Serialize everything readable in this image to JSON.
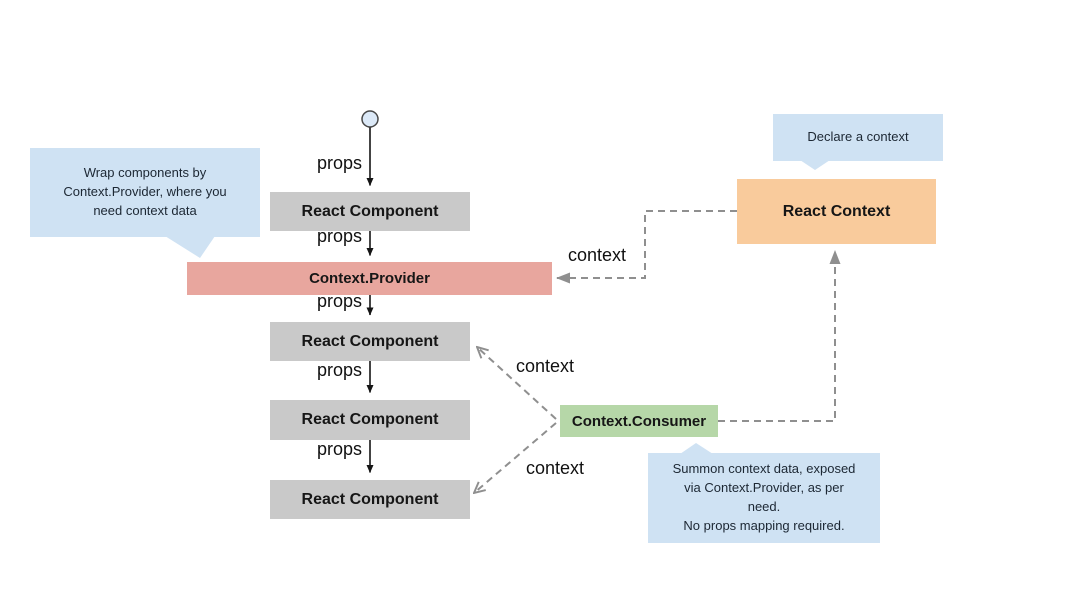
{
  "colors": {
    "box-gray": "#c9c9c9",
    "box-red": "#e8a69e",
    "box-orange": "#f9cb9c",
    "box-green": "#b6d7a8",
    "tooltip-blue": "#cfe2f3",
    "connector-gray": "#8f8f8f",
    "arrow-black": "#151515",
    "start-node-fill": "#dce9f7",
    "start-node-stroke": "#474747"
  },
  "nodes": {
    "component_1": "React Component",
    "provider": "Context.Provider",
    "component_2": "React Component",
    "component_3": "React Component",
    "component_4": "React Component",
    "react_context": "React Context",
    "consumer": "Context.Consumer"
  },
  "edge_labels": {
    "props_1": "props",
    "props_2": "props",
    "props_3": "props",
    "props_4": "props",
    "props_5": "props",
    "context_provider": "context",
    "context_upper": "context",
    "context_lower": "context"
  },
  "tooltips": {
    "declare": "Declare a context",
    "wrap": "Wrap components by\nContext.Provider, where you\nneed context data",
    "summon": "Summon context data, exposed\nvia Context.Provider, as per\nneed.\nNo props mapping required."
  }
}
